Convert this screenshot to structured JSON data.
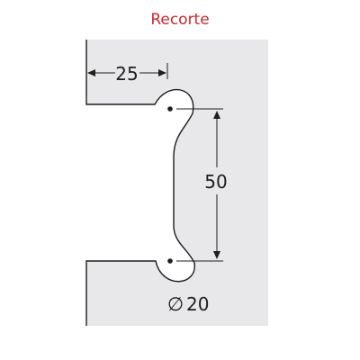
{
  "title": "Recorte",
  "dimensions": {
    "offset": "25",
    "hole_spacing": "50",
    "diameter_symbol": "∅",
    "diameter": "20"
  },
  "colors": {
    "title": "#d0252b",
    "cutout_fill": "#e8e8ea",
    "line": "#1e1e1e",
    "background": "#ffffff"
  }
}
